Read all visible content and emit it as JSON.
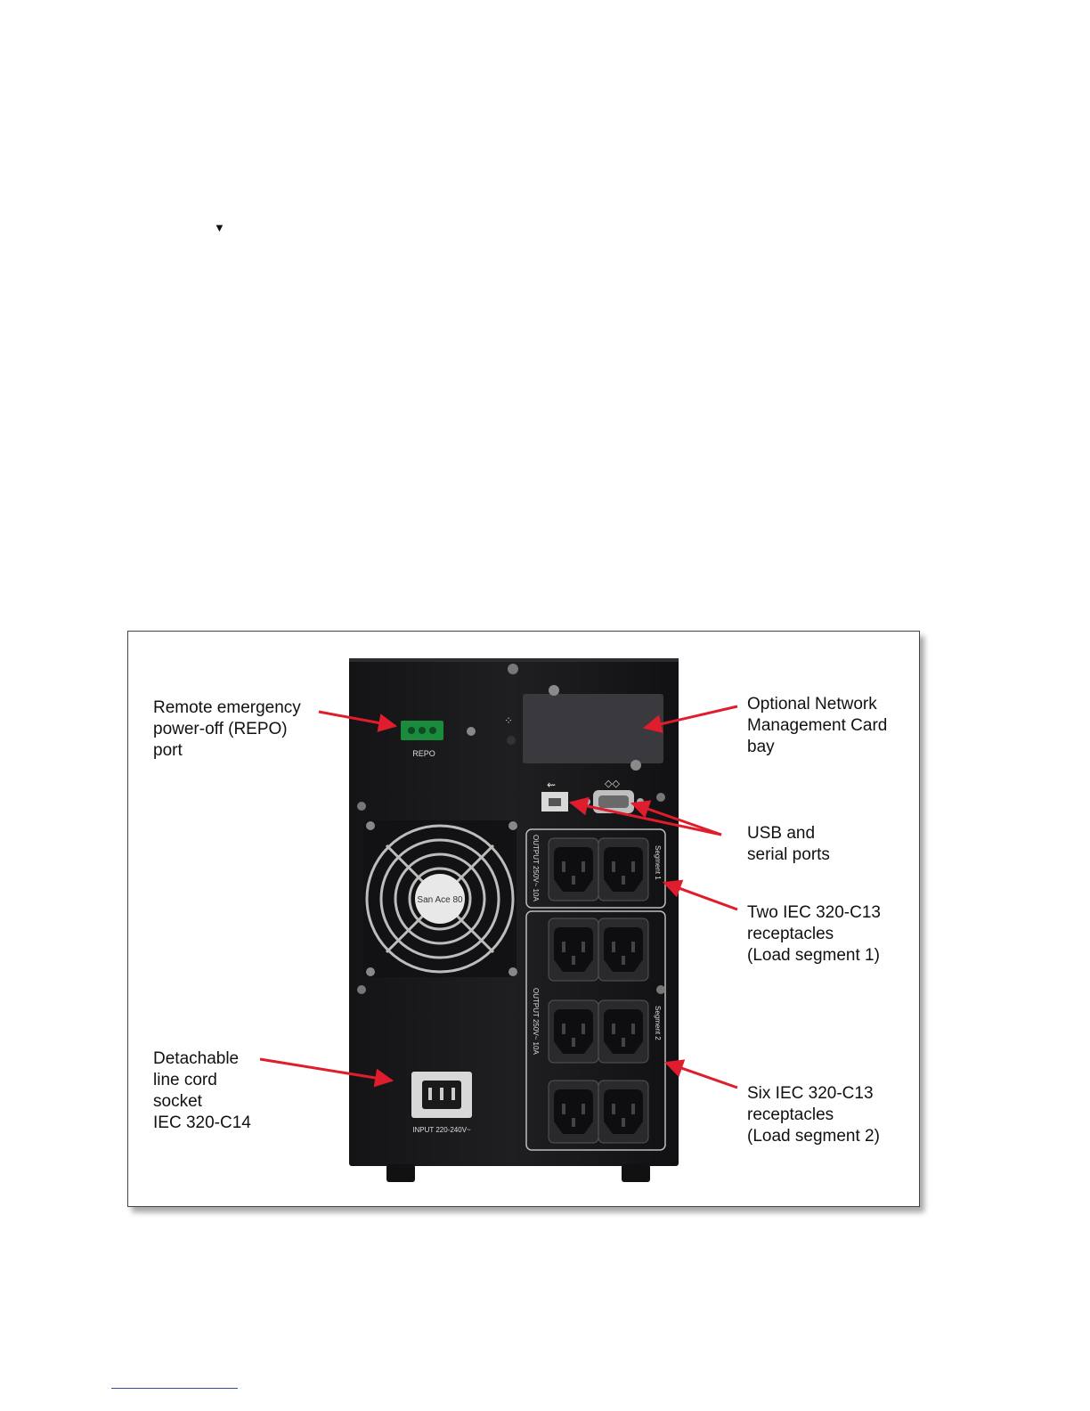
{
  "bullet": "▼",
  "labels": {
    "repo": [
      "Remote emergency",
      "power-off (REPO)",
      "port"
    ],
    "nmc": [
      "Optional Network",
      "Management Card",
      "bay"
    ],
    "usb": [
      "USB and",
      "serial ports"
    ],
    "seg1": [
      "Two IEC 320-C13",
      "receptacles",
      "(Load segment 1)"
    ],
    "linecord": [
      "Detachable",
      "line cord",
      "socket",
      "IEC 320-C14"
    ],
    "seg2": [
      "Six IEC 320-C13",
      "receptacles",
      "(Load segment 2)"
    ]
  },
  "device_text": {
    "repo": "REPO",
    "input": "INPUT 220-240V~",
    "output1": "OUTPUT 250V~ 10A",
    "output2": "OUTPUT 250V~ 10A",
    "segment1": "Segment 1",
    "segment2": "Segment 2",
    "fan": "San Ace 80"
  },
  "colors": {
    "arrow": "#e01d2c",
    "device": "#1c1c1e"
  }
}
